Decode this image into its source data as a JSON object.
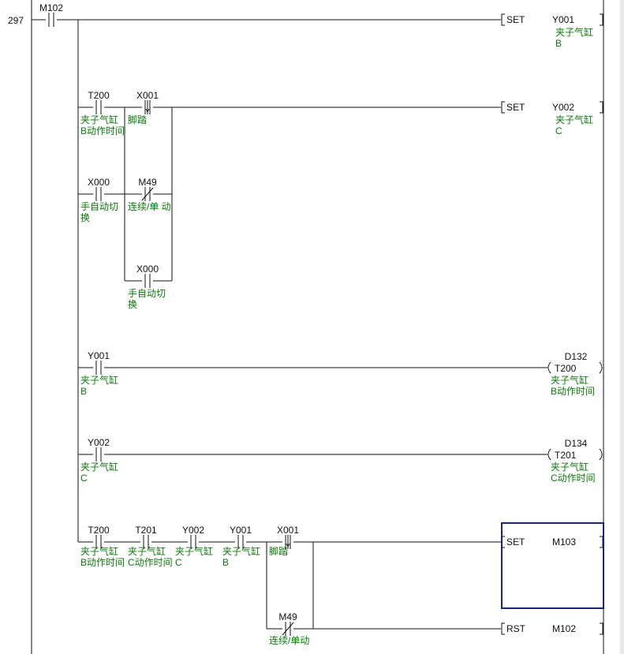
{
  "step_number": "297",
  "colors": {
    "wire": "#111111",
    "label": "#111111",
    "comment": "#0a7a0a",
    "selection": "#1a237e"
  },
  "rungs": [
    {
      "contacts": [
        {
          "address": "M102",
          "type": "NO",
          "comment": []
        }
      ],
      "coil": {
        "instruction": "SET",
        "operand": "Y001",
        "comment": [
          "夹子气缸",
          "B"
        ]
      }
    },
    {
      "contacts": [
        {
          "address": "T200",
          "type": "NO",
          "comment": [
            "夹子气缸",
            "B动作时间"
          ]
        },
        {
          "address": "X001",
          "type": "falling-edge",
          "comment": [
            "脚踏"
          ]
        },
        {
          "address": "X000",
          "type": "NO",
          "comment": [
            "手自动切",
            "换"
          ]
        },
        {
          "address": "M49",
          "type": "NC",
          "comment": [
            "连续/单 动"
          ]
        },
        {
          "address": "X000",
          "type": "NO",
          "comment": [
            "手自动切",
            "换"
          ]
        }
      ],
      "coil": {
        "instruction": "SET",
        "operand": "Y002",
        "comment": [
          "夹子气缸",
          "C"
        ]
      }
    },
    {
      "contacts": [
        {
          "address": "Y001",
          "type": "NO",
          "comment": [
            "夹子气缸",
            "B"
          ]
        }
      ],
      "coil": {
        "instruction": "OUT-T",
        "operand": "T200",
        "setpoint": "D132",
        "comment": [
          "夹子气缸",
          "B动作时间"
        ]
      }
    },
    {
      "contacts": [
        {
          "address": "Y002",
          "type": "NO",
          "comment": [
            "夹子气缸",
            "C"
          ]
        }
      ],
      "coil": {
        "instruction": "OUT-T",
        "operand": "T201",
        "setpoint": "D134",
        "comment": [
          "夹子气缸",
          "C动作时间"
        ]
      }
    },
    {
      "contacts": [
        {
          "address": "T200",
          "type": "NO",
          "comment": [
            "夹子气缸",
            "B动作时间"
          ]
        },
        {
          "address": "T201",
          "type": "NO",
          "comment": [
            "夹子气缸",
            "C动作时间"
          ]
        },
        {
          "address": "Y002",
          "type": "NO",
          "comment": [
            "夹子气缸",
            "C"
          ]
        },
        {
          "address": "Y001",
          "type": "NO",
          "comment": [
            "夹子气缸",
            "B"
          ]
        },
        {
          "address": "X001",
          "type": "falling-edge",
          "comment": [
            "脚踏"
          ]
        },
        {
          "address": "M49",
          "type": "NC",
          "comment": [
            "连续/单动"
          ]
        }
      ],
      "coil": {
        "instruction": "SET",
        "operand": "M103",
        "comment": [],
        "selected": true
      },
      "coil2": {
        "instruction": "RST",
        "operand": "M102",
        "comment": []
      }
    }
  ]
}
